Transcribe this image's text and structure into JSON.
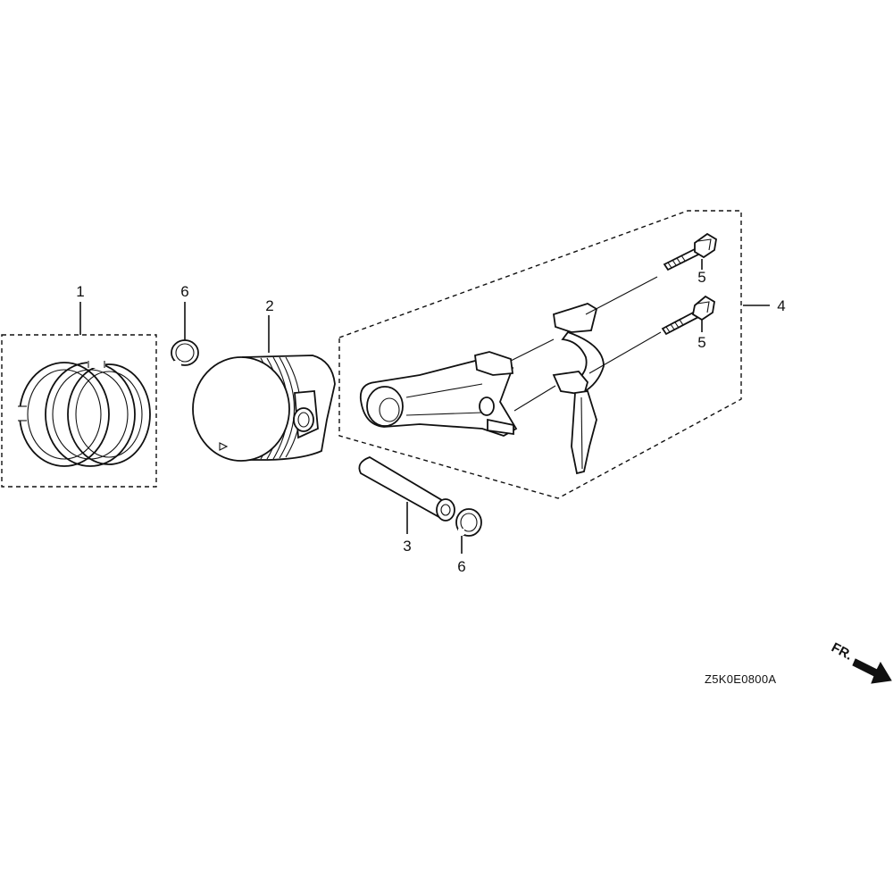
{
  "diagram": {
    "callouts": {
      "piston_ring_set": "1",
      "piston": "2",
      "piston_pin": "3",
      "connecting_rod_assembly": "4",
      "rod_bolt_upper": "5",
      "rod_bolt_lower": "5",
      "pin_clip_upper": "6",
      "pin_clip_lower": "6"
    },
    "diagram_code": "Z5K0E0800A",
    "direction_marker": {
      "label": "FR.",
      "icon": "arrow-right-down-icon"
    }
  }
}
